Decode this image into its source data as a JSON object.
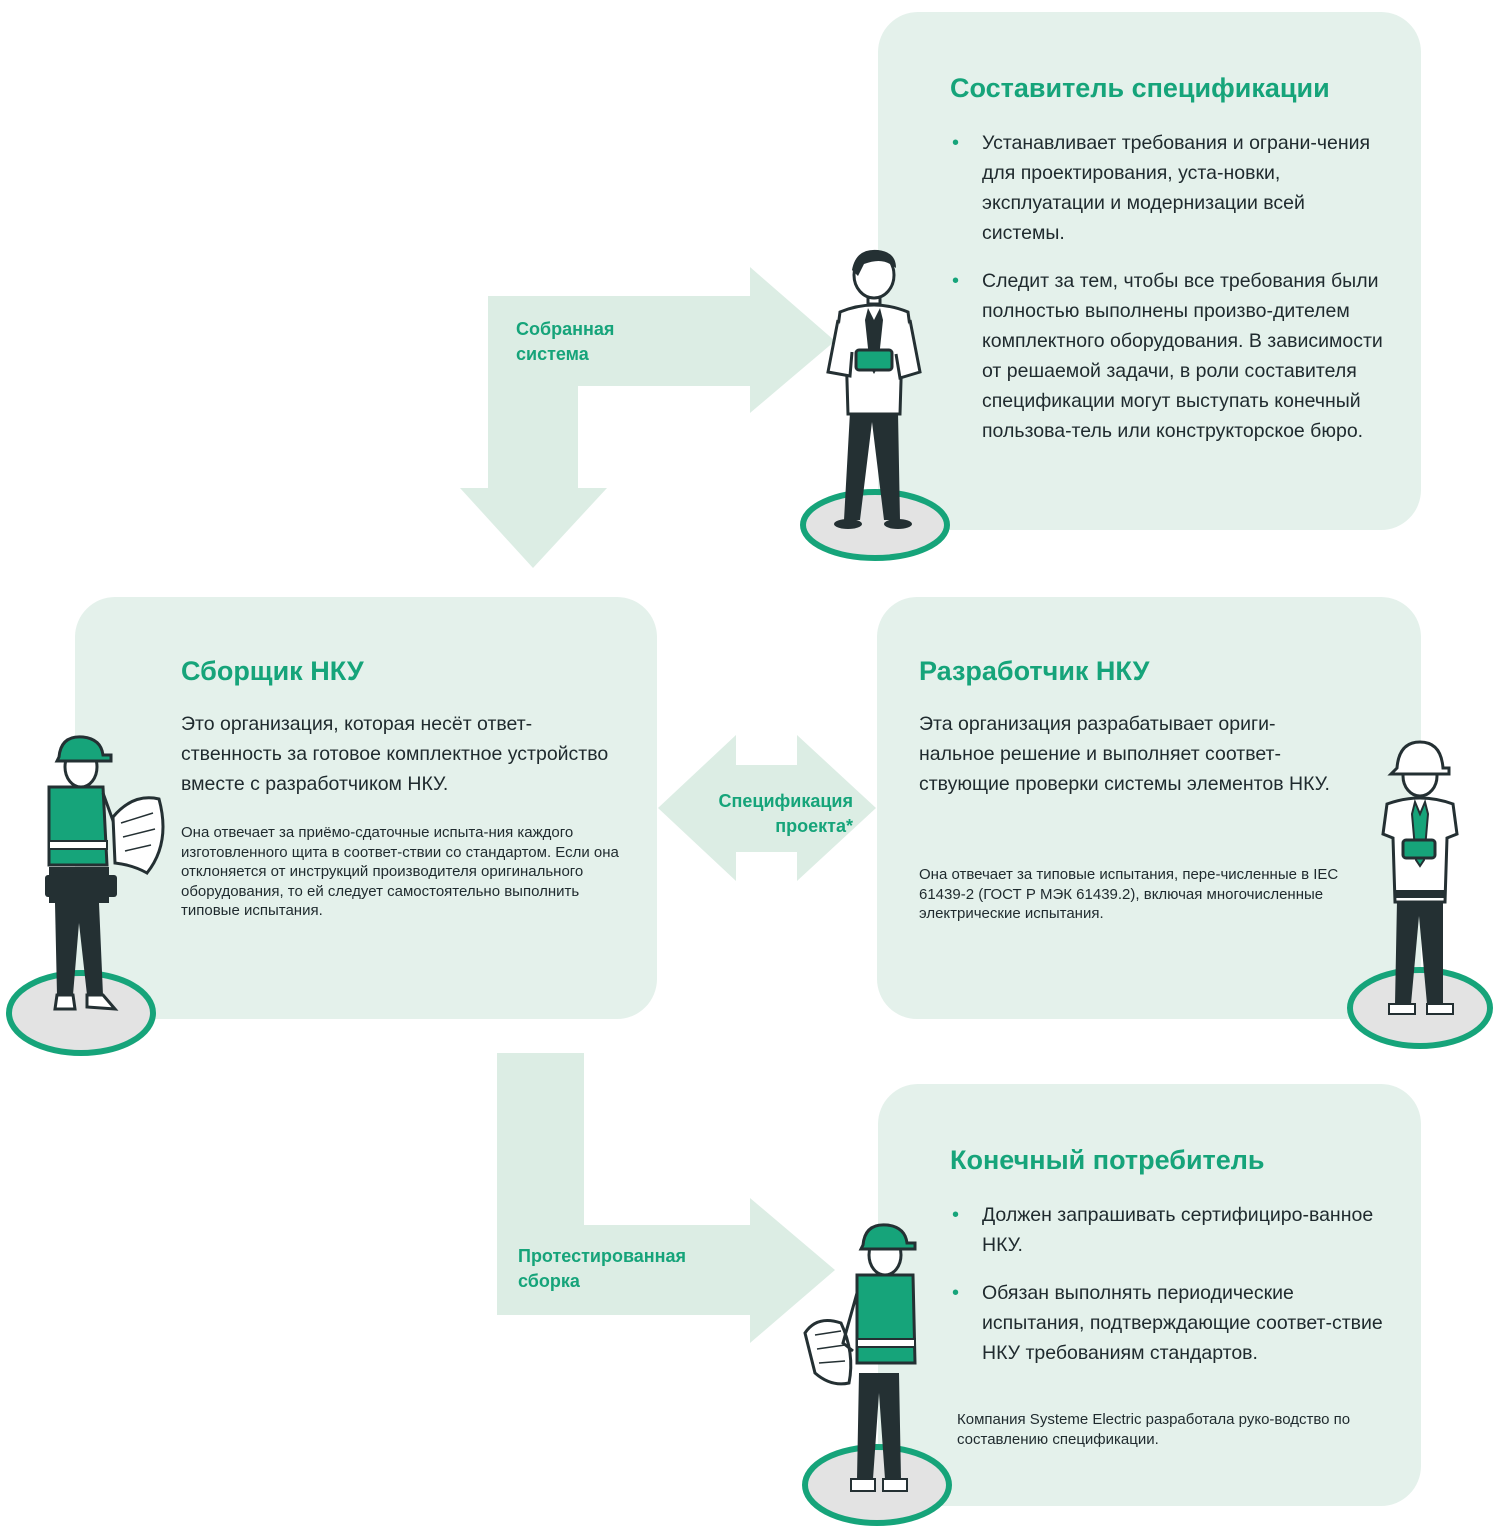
{
  "spec_writer": {
    "title": "Составитель спецификации",
    "bullets": [
      "Устанавливает требования и ограни-чения для проектирования, уста-новки, эксплуатации и модернизации всей системы.",
      "Следит за тем, чтобы все требования были полностью выполнены произво-дителем комплектного оборудования. В зависимости от решаемой задачи, в роли составителя спецификации могут выступать конечный пользова-тель или конструкторское бюро."
    ]
  },
  "assembler": {
    "title": "Сборщик НКУ",
    "main_text": "Это организация, которая несёт ответ-ственность за готовое комплектное устройство вместе с разработчиком НКУ.",
    "small_text": "Она отвечает за приёмо-сдаточные испыта-ния каждого изготовленного щита в соответ-ствии со стандартом. Если она отклоняется от инструкций производителя оригинального оборудования, то ей следует самостоятельно выполнить типовые испытания."
  },
  "developer": {
    "title": "Разработчик НКУ",
    "main_text": "Эта организация разрабатывает ориги-нальное решение и выполняет соответ-ствующие проверки системы элементов НКУ.",
    "small_text": "Она отвечает за типовые испытания, пере-численные в IEC 61439-2 (ГОСТ Р МЭК 61439.2), включая многочисленные электрические испытания."
  },
  "end_user": {
    "title": "Конечный потребитель",
    "bullets": [
      "Должен запрашивать сертифициро-ванное НКУ.",
      "Обязан выполнять периодические испытания, подтверждающие соответ-ствие НКУ требованиям стандартов."
    ],
    "small_text": "Компания Systeme Electric разработала руко-водство по составлению спецификации."
  },
  "arrows": {
    "assembled_system": [
      "Собранная",
      "система"
    ],
    "project_spec": [
      "Спецификация",
      "проекта*"
    ],
    "tested_assembly": [
      "Протестированная",
      "сборка"
    ]
  },
  "colors": {
    "card_bg": "#e4f1eb",
    "arrow_bg": "#dcede4",
    "accent_green": "#16a47a",
    "dark": "#243033"
  }
}
